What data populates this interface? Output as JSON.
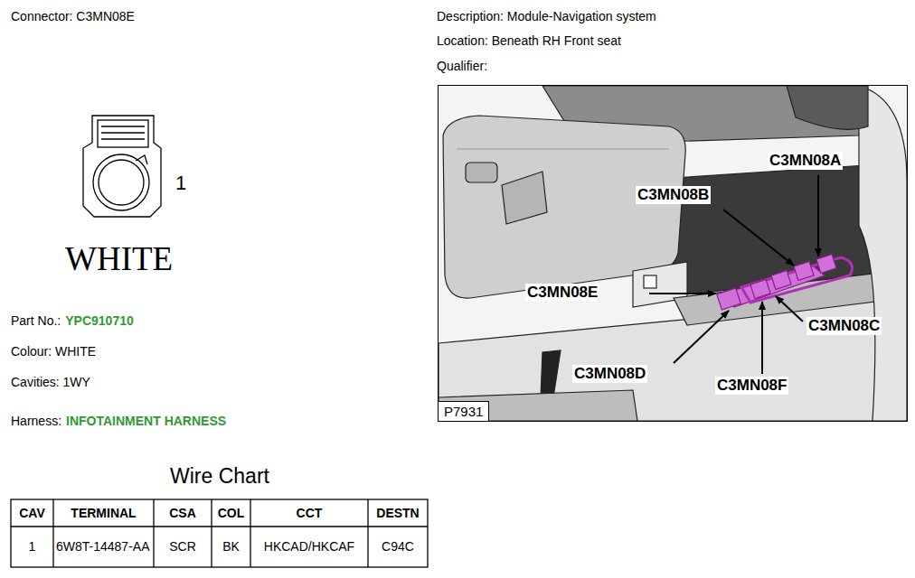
{
  "diagram": {
    "nodes": [
      {
        "text": [
          "C3MN08A",
          "C3MN08B",
          "C3MN08E",
          "C3MN08C",
          "C3MN08D",
          "C3MN08F"
        ]
      },
      {
        "text": [
          "P7931"
        ],
        "in": 0
      }
    ],
    "labels": [
      "Connector: C3MN08E",
      "Description: Module-Navigation system",
      "Location: Beneath RH Front seat",
      "Qualifier:",
      "1",
      "WHITE",
      "Part No.:",
      "YPC910710",
      "Colour: WHITE",
      "Cavities: 1WY",
      "Harness:",
      "INFOTAINMENT HARNESS",
      "Wire Chart",
      "CAV",
      "TERMINAL",
      "CSA",
      "COL",
      "CCT",
      "DESTN",
      "1",
      "6W8T-14487-AA",
      "SCR",
      "BK",
      "HKCAD/HKCAF",
      "C94C"
    ]
  }
}
